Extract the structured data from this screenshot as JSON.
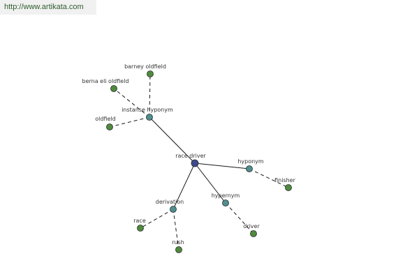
{
  "header": {
    "url": "http://www.artikata.com"
  },
  "colors": {
    "root": "#3d4a8c",
    "relation": "#4f8f8f",
    "leaf": "#4e8b3c",
    "node_stroke": "#2a2a2a",
    "edge": "#1a1a1a"
  },
  "graph": {
    "nodes": [
      {
        "id": "race_driver",
        "label": "race driver",
        "kind": "root"
      },
      {
        "id": "instance_hyponym",
        "label": "instanse hyponym",
        "kind": "relation"
      },
      {
        "id": "hyponym",
        "label": "hyponym",
        "kind": "relation"
      },
      {
        "id": "hypernym",
        "label": "hypernym",
        "kind": "relation"
      },
      {
        "id": "derivation",
        "label": "derivation",
        "kind": "relation"
      },
      {
        "id": "barney_oldfield",
        "label": "barney oldfield",
        "kind": "leaf"
      },
      {
        "id": "berna_eli_oldfield",
        "label": "berna eli oldfield",
        "kind": "leaf"
      },
      {
        "id": "oldfield",
        "label": "oldfield",
        "kind": "leaf"
      },
      {
        "id": "finisher",
        "label": "finisher",
        "kind": "leaf"
      },
      {
        "id": "driver",
        "label": "driver",
        "kind": "leaf"
      },
      {
        "id": "race",
        "label": "race",
        "kind": "leaf"
      },
      {
        "id": "rush",
        "label": "rush",
        "kind": "leaf"
      }
    ],
    "edges": [
      {
        "from": "race_driver",
        "to": "instance_hyponym",
        "style": "solid"
      },
      {
        "from": "race_driver",
        "to": "hyponym",
        "style": "solid"
      },
      {
        "from": "race_driver",
        "to": "hypernym",
        "style": "solid"
      },
      {
        "from": "race_driver",
        "to": "derivation",
        "style": "solid"
      },
      {
        "from": "instance_hyponym",
        "to": "barney_oldfield",
        "style": "dashed"
      },
      {
        "from": "instance_hyponym",
        "to": "berna_eli_oldfield",
        "style": "dashed"
      },
      {
        "from": "instance_hyponym",
        "to": "oldfield",
        "style": "dashed"
      },
      {
        "from": "hyponym",
        "to": "finisher",
        "style": "dashed"
      },
      {
        "from": "hypernym",
        "to": "driver",
        "style": "dashed"
      },
      {
        "from": "derivation",
        "to": "race",
        "style": "dashed"
      },
      {
        "from": "derivation",
        "to": "rush",
        "style": "dashed"
      }
    ]
  }
}
